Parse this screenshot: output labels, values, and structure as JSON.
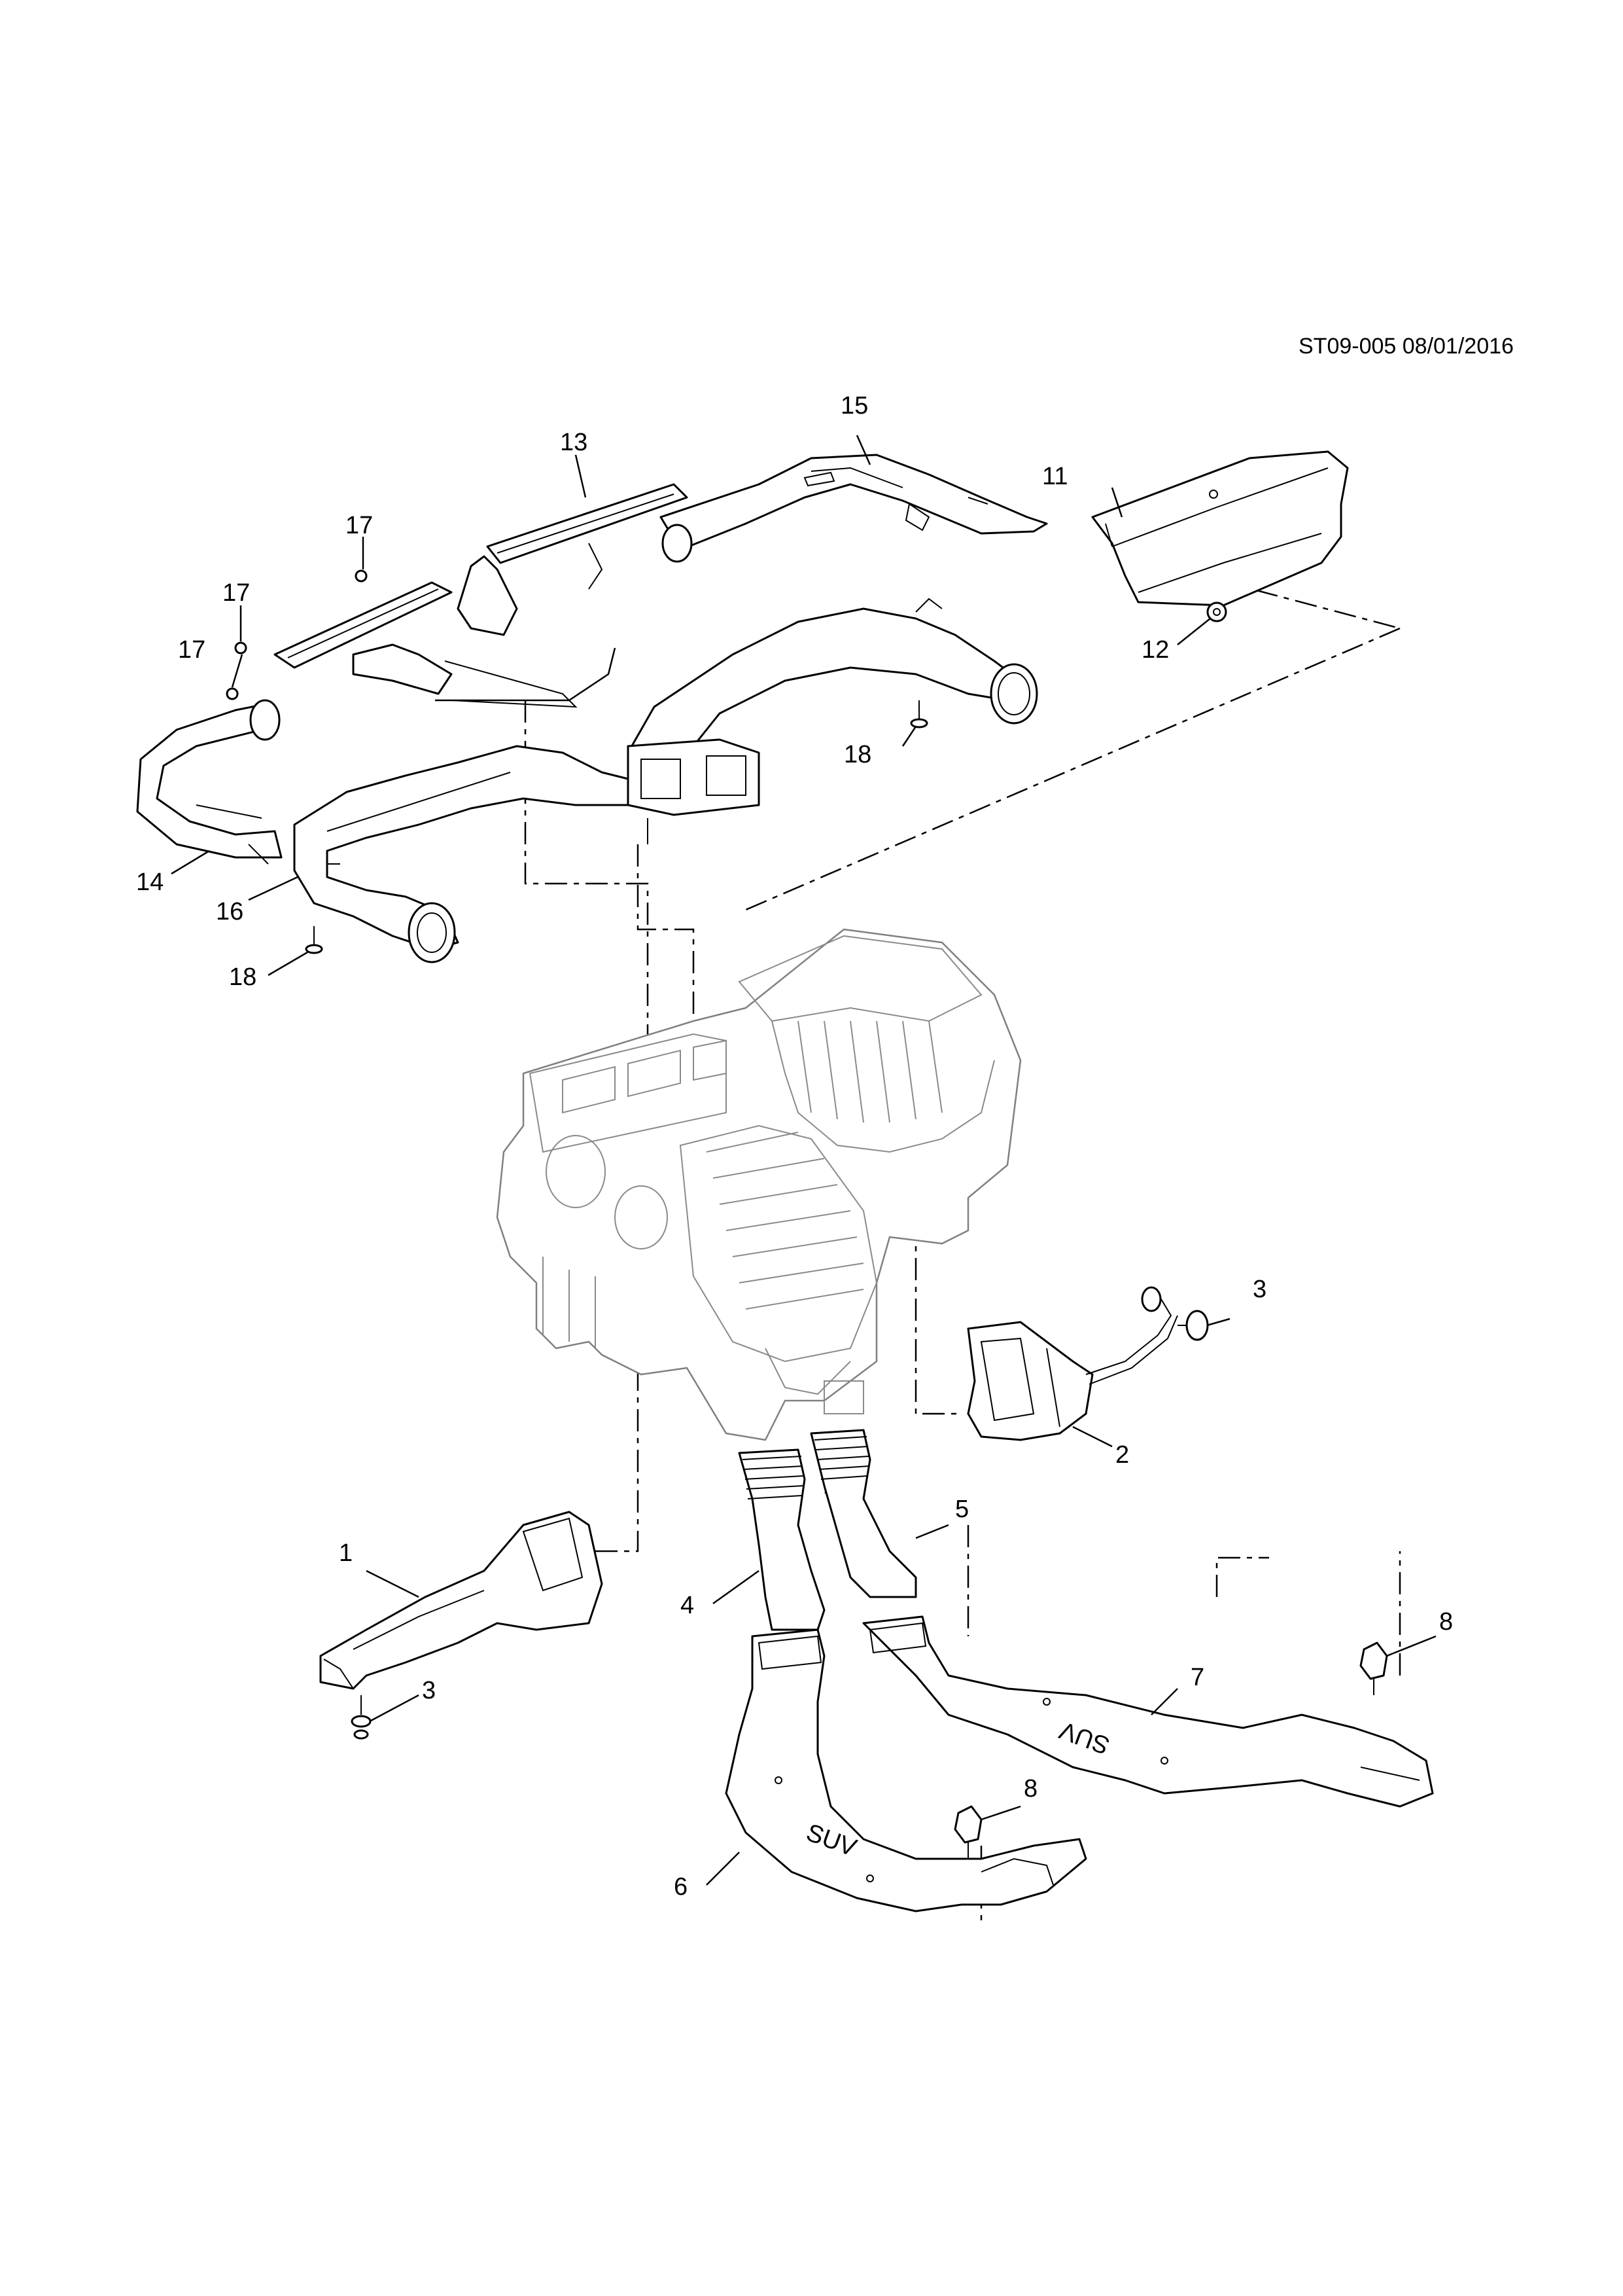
{
  "document": {
    "reference": "ST09-005 08/01/2016"
  },
  "callouts": [
    {
      "id": "c1",
      "label": "1"
    },
    {
      "id": "c2",
      "label": "2"
    },
    {
      "id": "c3a",
      "label": "3"
    },
    {
      "id": "c3b",
      "label": "3"
    },
    {
      "id": "c4",
      "label": "4"
    },
    {
      "id": "c5",
      "label": "5"
    },
    {
      "id": "c6",
      "label": "6"
    },
    {
      "id": "c7",
      "label": "7"
    },
    {
      "id": "c8a",
      "label": "8"
    },
    {
      "id": "c8b",
      "label": "8"
    },
    {
      "id": "c11",
      "label": "11"
    },
    {
      "id": "c12",
      "label": "12"
    },
    {
      "id": "c13",
      "label": "13"
    },
    {
      "id": "c14",
      "label": "14"
    },
    {
      "id": "c15",
      "label": "15"
    },
    {
      "id": "c16",
      "label": "16"
    },
    {
      "id": "c17a",
      "label": "17"
    },
    {
      "id": "c17b",
      "label": "17"
    },
    {
      "id": "c17c",
      "label": "17"
    },
    {
      "id": "c18a",
      "label": "18"
    },
    {
      "id": "c18b",
      "label": "18"
    }
  ],
  "duct_marks": {
    "left": "SUV",
    "right": "SUV"
  }
}
